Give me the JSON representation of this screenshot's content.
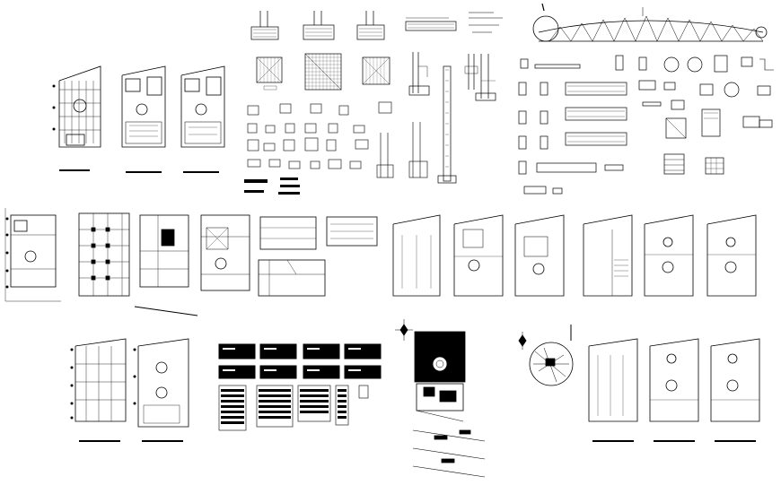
{
  "sheet": {
    "background": "#ffffff",
    "ink": "#000000",
    "sections": [
      "top-left-plans",
      "construction-details",
      "roof-truss-elevation",
      "middle-floor-plans",
      "bottom-plans",
      "schedule-tables",
      "site-plan",
      "location-map"
    ]
  }
}
